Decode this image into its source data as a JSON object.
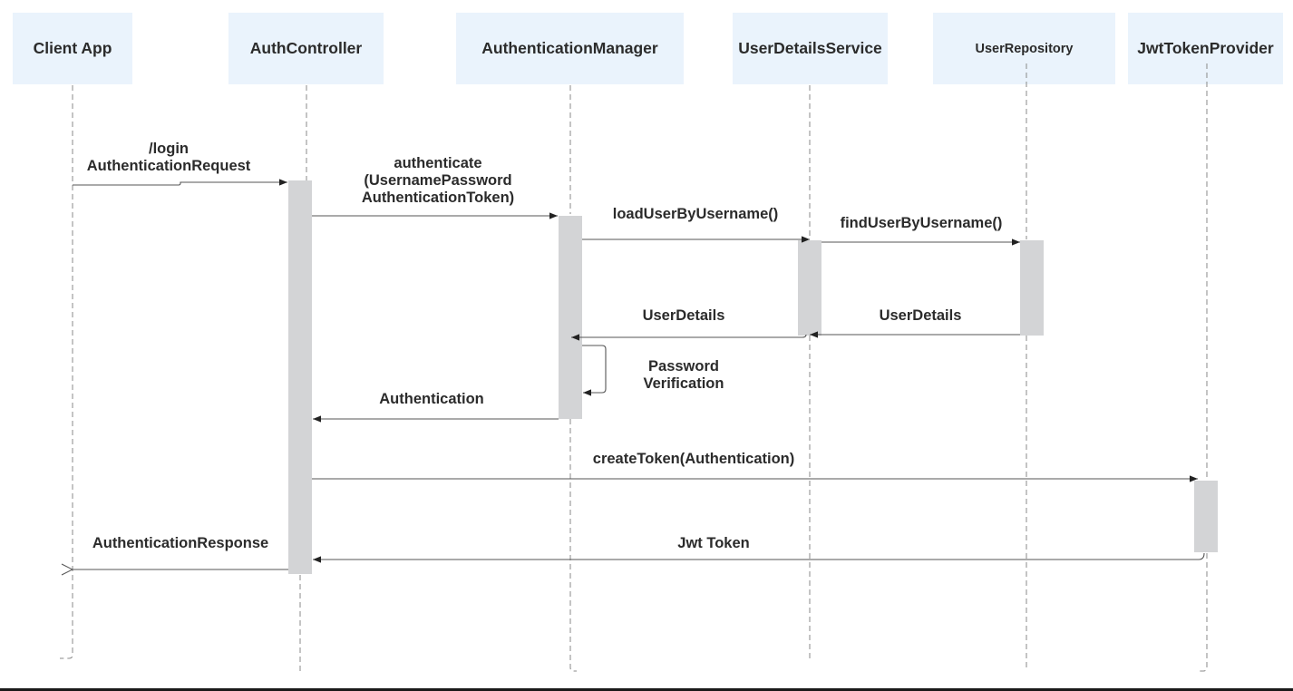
{
  "participants": {
    "client_app": "Client App",
    "auth_controller": "AuthController",
    "authentication_manager": "AuthenticationManager",
    "user_details_service": "UserDetailsService",
    "user_repository": "UserRepository",
    "jwt_token_provider": "JwtTokenProvider"
  },
  "messages": {
    "login_line1": "/login",
    "login_line2": "AuthenticationRequest",
    "authenticate_line1": "authenticate",
    "authenticate_line2": "(UsernamePassword",
    "authenticate_line3": "AuthenticationToken)",
    "load_user": "loadUserByUsername()",
    "find_user": "findUserByUsername()",
    "user_details_from_service": "UserDetails",
    "user_details_from_repo": "UserDetails",
    "password_verification_line1": "Password",
    "password_verification_line2": "Verification",
    "authentication_return": "Authentication",
    "create_token": "createToken(Authentication)",
    "jwt_token_return": "Jwt Token",
    "authentication_response": "AuthenticationResponse"
  },
  "colors": {
    "header_fill": "#eaf3fc",
    "activation_fill": "#d3d4d6",
    "line": "#555555"
  }
}
